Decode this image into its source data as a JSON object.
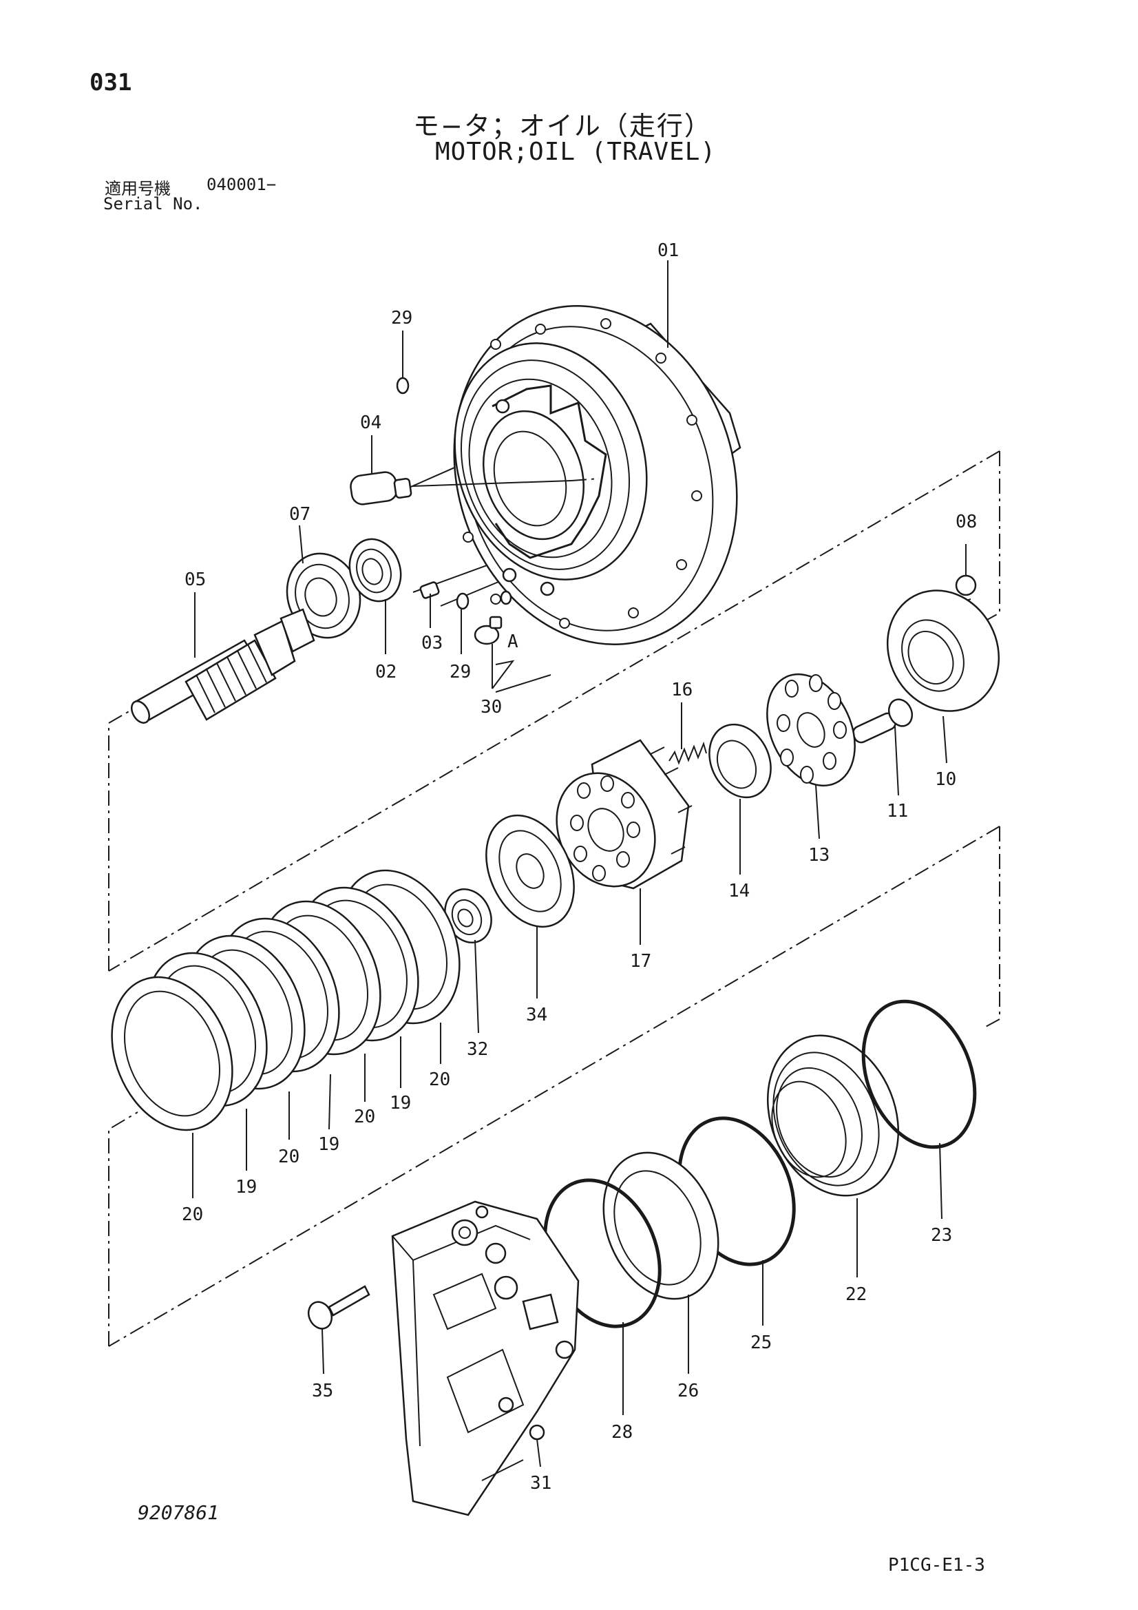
{
  "header": {
    "page_number": "031",
    "title_ja": "モ−タ；オイル（走行）",
    "title_en": "MOTOR;OIL (TRAVEL)",
    "serial_label_ja": "適用号機",
    "serial_value": "040001−",
    "serial_label_en": "Serial No."
  },
  "footer": {
    "doc_number": "9207861",
    "doc_code": "P1CG-E1-3"
  },
  "callouts": {
    "p01": "01",
    "p02": "02",
    "p03": "03",
    "p04": "04",
    "p05": "05",
    "p07": "07",
    "p08": "08",
    "p10": "10",
    "p11": "11",
    "p13": "13",
    "p14": "14",
    "p16": "16",
    "p17": "17",
    "p22": "22",
    "p23": "23",
    "p25": "25",
    "p26": "26",
    "p28": "28",
    "p29a": "29",
    "p29b": "29",
    "p30": "30",
    "p31": "31",
    "p32": "32",
    "p34": "34",
    "p35": "35",
    "p19a": "19",
    "p19b": "19",
    "p19c": "19",
    "p20a": "20",
    "p20b": "20",
    "p20c": "20",
    "p20d": "20",
    "mark_a": "A"
  }
}
